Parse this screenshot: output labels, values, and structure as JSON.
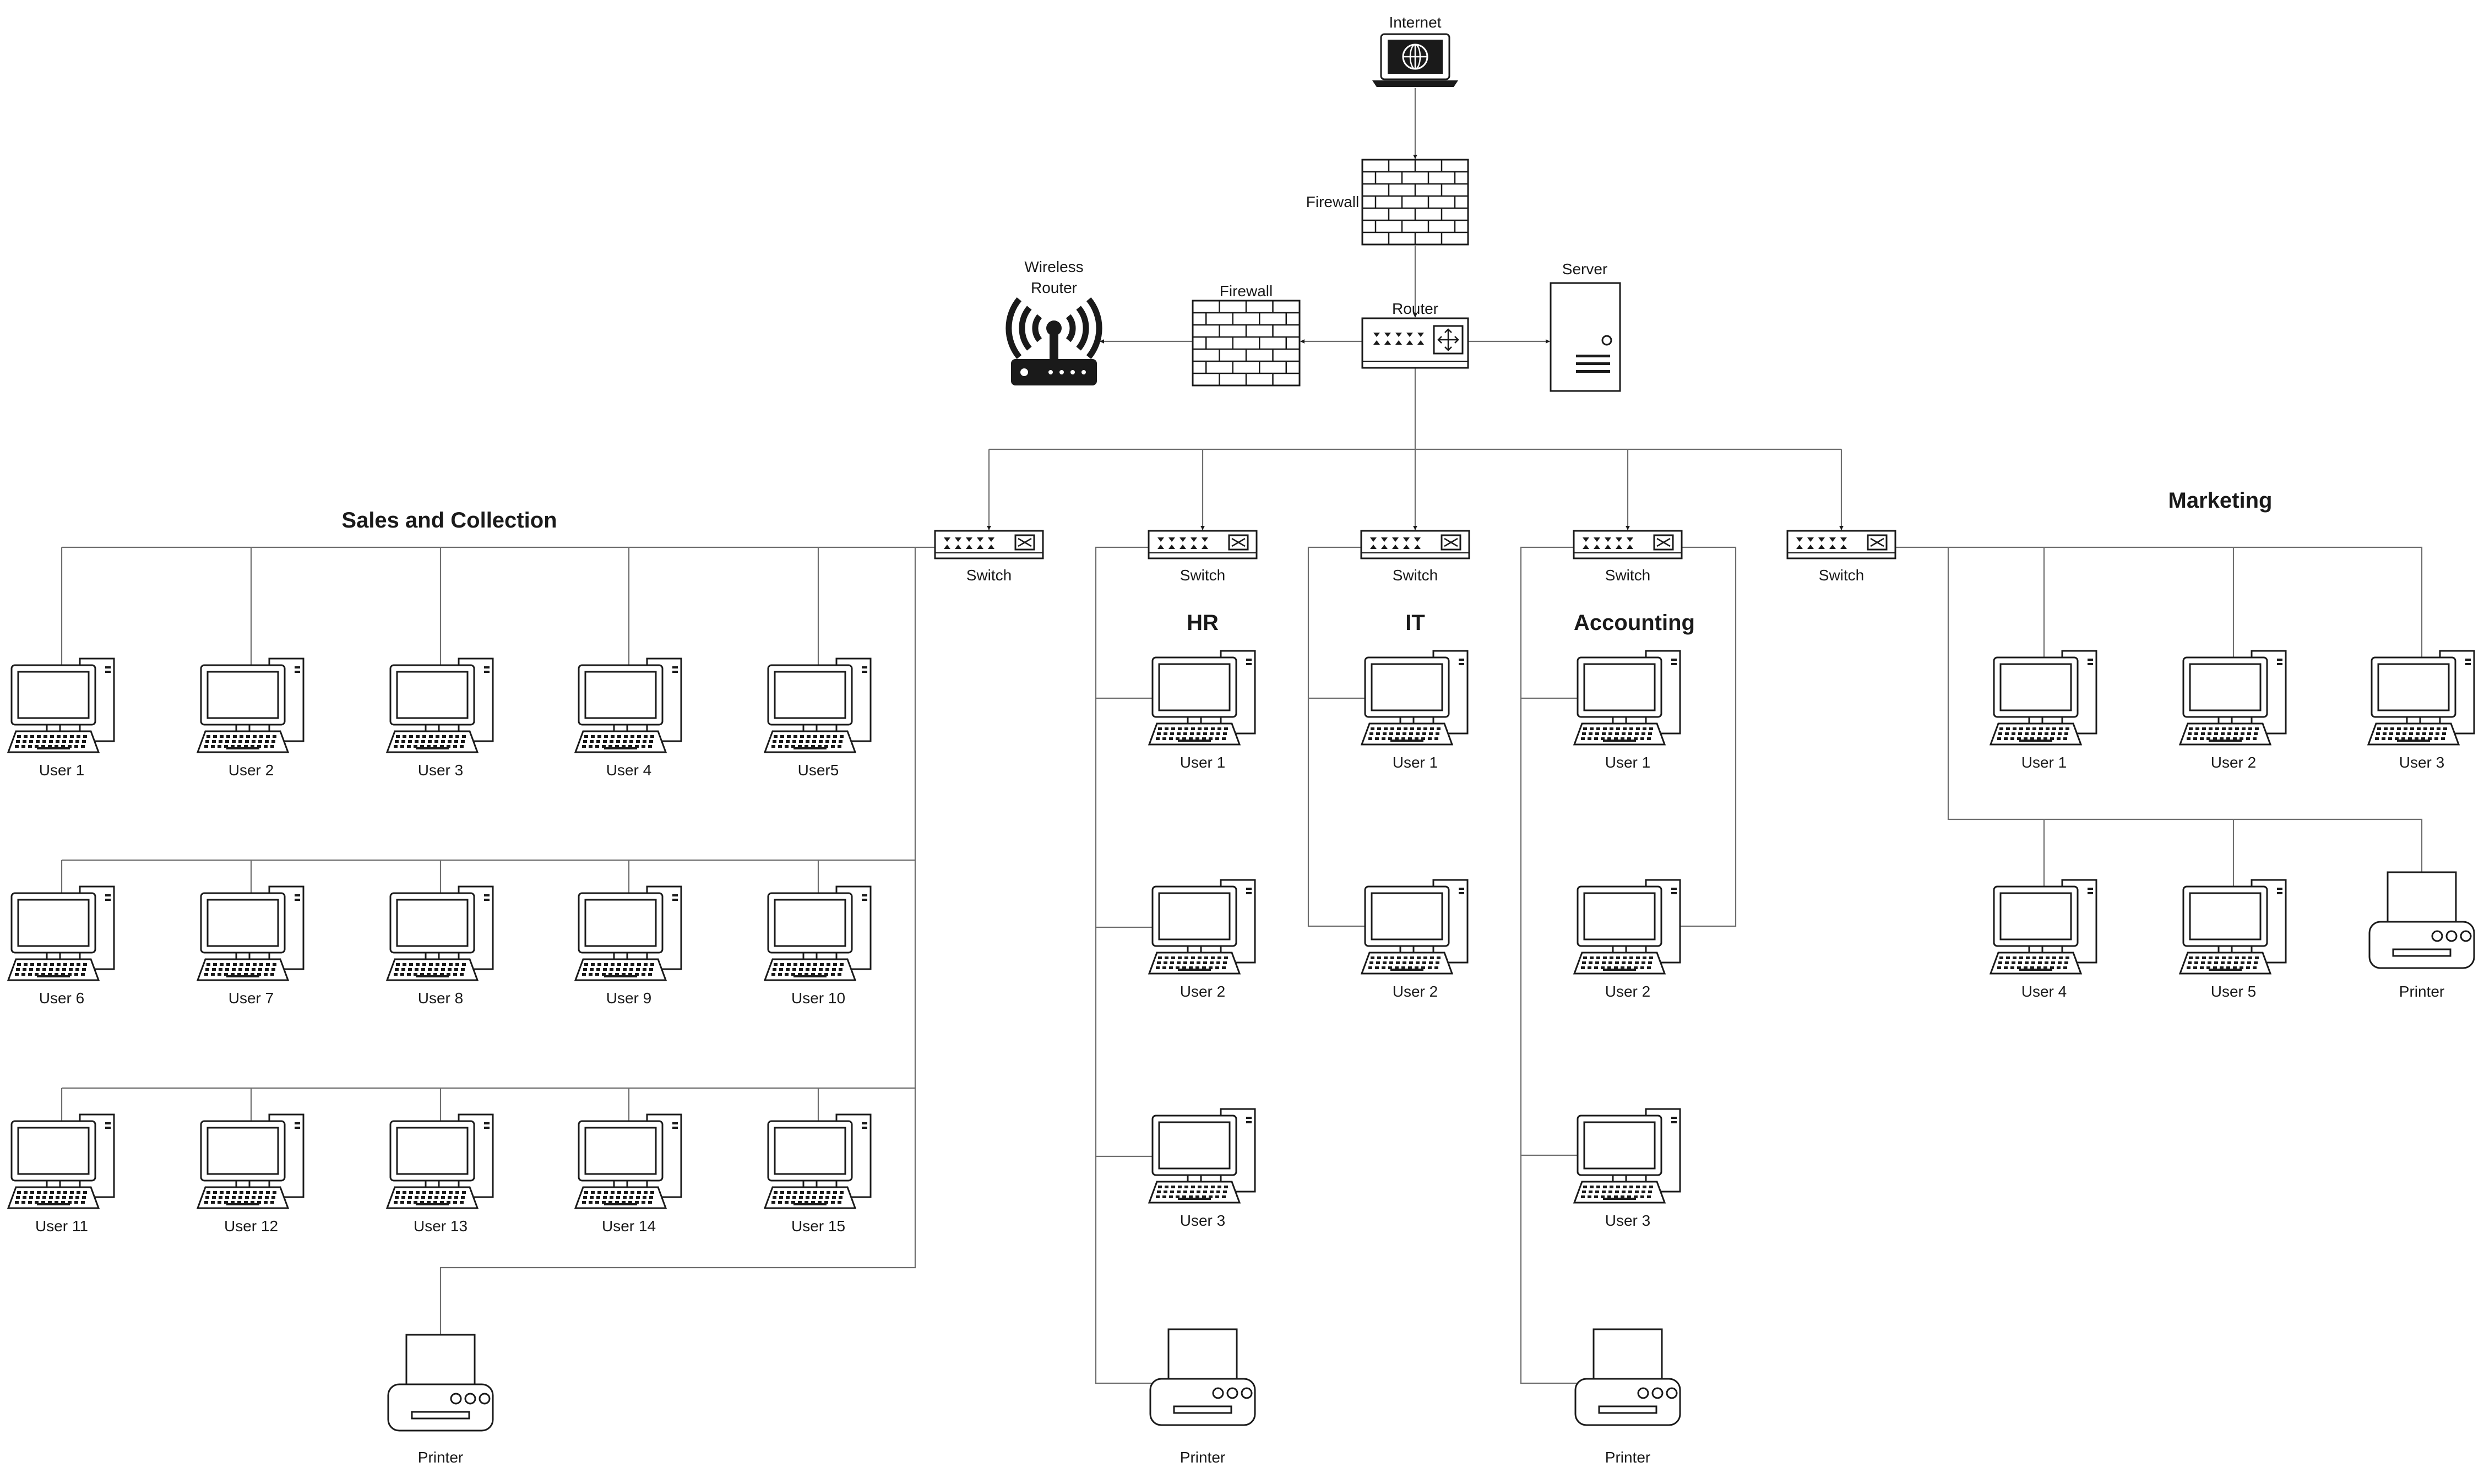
{
  "nodes": {
    "internet": "Internet",
    "firewall_top": "Firewall",
    "router": "Router",
    "server": "Server",
    "firewall_left": "Firewall",
    "wireless_router": [
      "Wireless",
      "Router"
    ]
  },
  "switch_label": "Switch",
  "departments": {
    "sales": {
      "title": "Sales and Collection",
      "users": [
        "User 1",
        "User 2",
        "User 3",
        "User 4",
        "User5",
        "User 6",
        "User 7",
        "User 8",
        "User 9",
        "User 10",
        "User 11",
        "User 12",
        "User 13",
        "User 14",
        "User 15"
      ],
      "printer": "Printer"
    },
    "hr": {
      "title": "HR",
      "users": [
        "User 1",
        "User 2",
        "User 3"
      ],
      "printer": "Printer"
    },
    "it": {
      "title": "IT",
      "users": [
        "User 1",
        "User 2"
      ]
    },
    "accounting": {
      "title": "Accounting",
      "users": [
        "User 1",
        "User 2",
        "User 3"
      ],
      "printer": "Printer"
    },
    "marketing": {
      "title": "Marketing",
      "users": [
        "User 1",
        "User 2",
        "User 3",
        "User 4",
        "User 5"
      ],
      "printer": "Printer"
    }
  },
  "icons": {
    "internet": "laptop-globe-icon",
    "firewall": "brick-firewall-icon",
    "router": "router-icon",
    "server": "server-tower-icon",
    "wireless": "wireless-router-icon",
    "switch": "network-switch-icon",
    "computer": "desktop-computer-icon",
    "printer": "printer-icon"
  },
  "colors": {
    "line": "#6e6e6e",
    "stroke": "#1a1a1a",
    "background": "#ffffff"
  }
}
